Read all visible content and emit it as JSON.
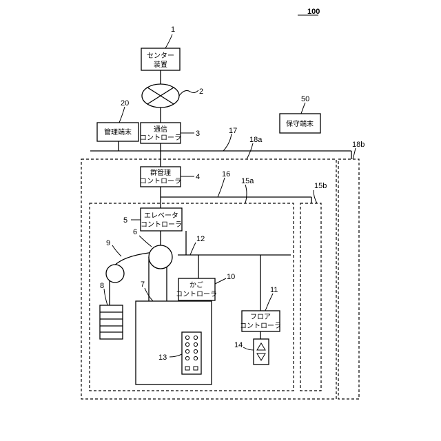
{
  "figure_number": "100",
  "boxes": {
    "center": {
      "ref": "1",
      "line1": "センター",
      "line2": "装置"
    },
    "network": {
      "ref": "2"
    },
    "comm": {
      "ref": "3",
      "line1": "通信",
      "line2": "コントローラ"
    },
    "group": {
      "ref": "4",
      "line1": "群管理",
      "line2": "コントローラ"
    },
    "elevator": {
      "ref": "5",
      "line1": "エレベータ",
      "line2": "コントローラ"
    },
    "sheave": {
      "ref": "6"
    },
    "car": {
      "ref": "7"
    },
    "weight": {
      "ref": "8"
    },
    "rope": {
      "ref": "9"
    },
    "car_ctrl": {
      "ref": "10",
      "line1": "かご",
      "line2": "コントローラ"
    },
    "floor_ctrl": {
      "ref": "11",
      "line1": "フロア",
      "line2": "コントローラ"
    },
    "bus12": {
      "ref": "12"
    },
    "car_panel": {
      "ref": "13"
    },
    "hall_button": {
      "ref": "14"
    },
    "region15a": {
      "ref": "15a"
    },
    "region15b": {
      "ref": "15b"
    },
    "bus16": {
      "ref": "16"
    },
    "bus17": {
      "ref": "17"
    },
    "region18a": {
      "ref": "18a"
    },
    "region18b": {
      "ref": "18b"
    },
    "mgmt_terminal": {
      "ref": "20",
      "label": "管理端末"
    },
    "maint_terminal": {
      "ref": "50",
      "label": "保守端末"
    }
  }
}
